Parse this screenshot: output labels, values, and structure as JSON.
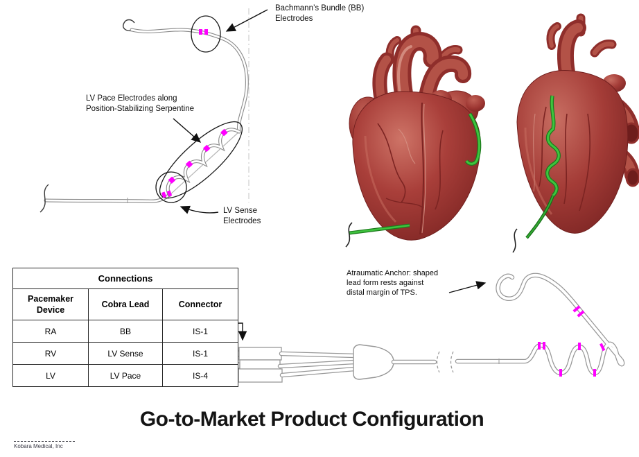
{
  "page": {
    "title": "Go-to-Market Product Configuration",
    "company": "Kobara Medical, Inc"
  },
  "annotations": {
    "bb_electrodes": "Bachmann’s Bundle (BB)\nElectrodes",
    "lv_pace_electrodes": "LV Pace Electrodes along\nPosition-Stabilizing Serpentine",
    "lv_sense_electrodes": "LV Sense\nElectrodes",
    "atraumatic_anchor": "Atraumatic Anchor: shaped\nlead form rests against\ndistal margin of TPS."
  },
  "connections_table": {
    "title": "Connections",
    "columns": [
      "Pacemaker Device",
      "Cobra Lead",
      "Connector"
    ],
    "rows": [
      {
        "device": "RA",
        "lead": "BB",
        "connector": "IS-1"
      },
      {
        "device": "RV",
        "lead": "LV Sense",
        "connector": "IS-1"
      },
      {
        "device": "LV",
        "lead": "LV Pace",
        "connector": "IS-4"
      }
    ]
  },
  "colors": {
    "electrode_magenta": "#ff00ff",
    "lead_green": "#2db32d",
    "heart_red": "#a83f3a",
    "lead_outline_gray": "#8a8a8a"
  }
}
